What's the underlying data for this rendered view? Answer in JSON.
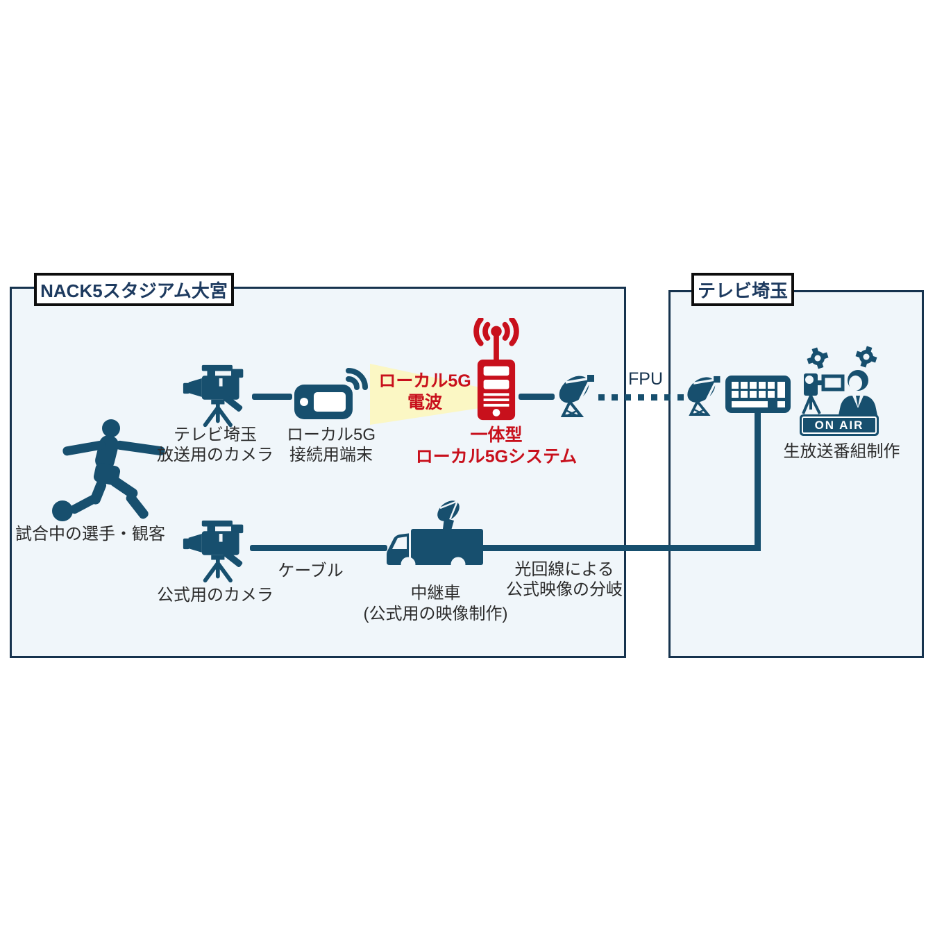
{
  "panels": {
    "stadium": {
      "title": "NACK5スタジアム大宮"
    },
    "tv": {
      "title": "テレビ埼玉"
    }
  },
  "labels": {
    "player": "試合中の選手・観客",
    "camera_broadcast_1": "テレビ埼玉",
    "camera_broadcast_2": "放送用のカメラ",
    "terminal_1": "ローカル5G",
    "terminal_2": "接続用端末",
    "beam_1": "ローカル5G",
    "beam_2": "電波",
    "tower_1": "一体型",
    "tower_2": "ローカル5Gシステム",
    "fpu": "FPU",
    "onair": "ON AIR",
    "studio_caption": "生放送番組制作",
    "camera_official": "公式用のカメラ",
    "cable": "ケーブル",
    "van_1": "中継車",
    "van_2": "(公式用の映像制作)",
    "fiber_1": "光回線による",
    "fiber_2": "公式映像の分岐"
  },
  "colors": {
    "icon_teal": "#174f6e",
    "accent_red": "#c8101c",
    "panel_border_navy": "#16334e",
    "panel_background": "#f0f6fa",
    "beam_yellow": "#fbf7c4",
    "title_text": "#1d3a5f",
    "body_text": "#2c2c2c",
    "label_box_border": "#0e0e0e"
  }
}
